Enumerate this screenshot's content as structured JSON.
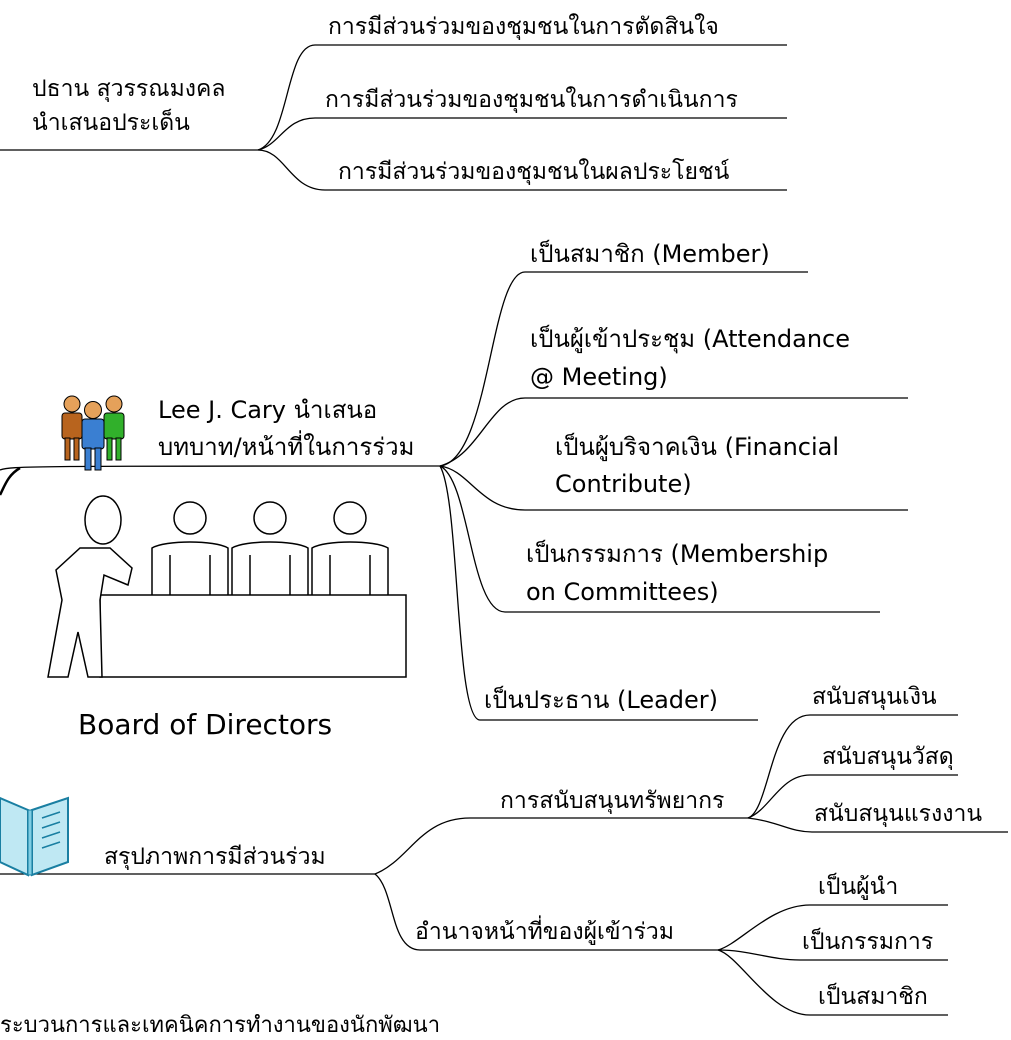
{
  "section1": {
    "root_lines": [
      "ปธาน สุวรรณมงคล",
      "นำเสนอประเด็น"
    ],
    "branches": [
      "การมีส่วนร่วมของชุมชนในการตัดสินใจ",
      "การมีส่วนร่วมของชุมชนในการดำเนินการ",
      "การมีส่วนร่วมของชุมชนในผลประโยชน์"
    ]
  },
  "section2": {
    "root_lines": [
      "Lee J. Cary นำเสนอ",
      "บทบาท/หน้าที่ในการร่วม"
    ],
    "roles": [
      [
        "เป็นสมาชิก (Member)"
      ],
      [
        "เป็นผู้เข้าประชุม (Attendance",
        "@ Meeting)"
      ],
      [
        "เป็นผู้บริจาคเงิน (Financial",
        "Contribute)"
      ],
      [
        "เป็นกรรมการ (Membership",
        "on Committees)"
      ],
      [
        "เป็นประธาน (Leader)"
      ]
    ],
    "clipart_caption": "Board of Directors",
    "clipart_icon": "board-of-directors-clipart",
    "people_icon": "group-of-people-icon"
  },
  "section3": {
    "root": "สรุปภาพการมีส่วนร่วม",
    "book_icon": "open-book-icon",
    "groups": [
      {
        "label": "การสนับสนุนทรัพยากร",
        "items": [
          "สนับสนุนเงิน",
          "สนับสนุนวัสดุ",
          "สนับสนุนแรงงาน"
        ]
      },
      {
        "label": "อำนาจหน้าที่ของผู้เข้าร่วม",
        "items": [
          "เป็นผู้นำ",
          "เป็นกรรมการ",
          "เป็นสมาชิก"
        ]
      }
    ]
  },
  "footer_text": "ระบวนการและเทคนิคการทำงานของนักพัฒนา"
}
